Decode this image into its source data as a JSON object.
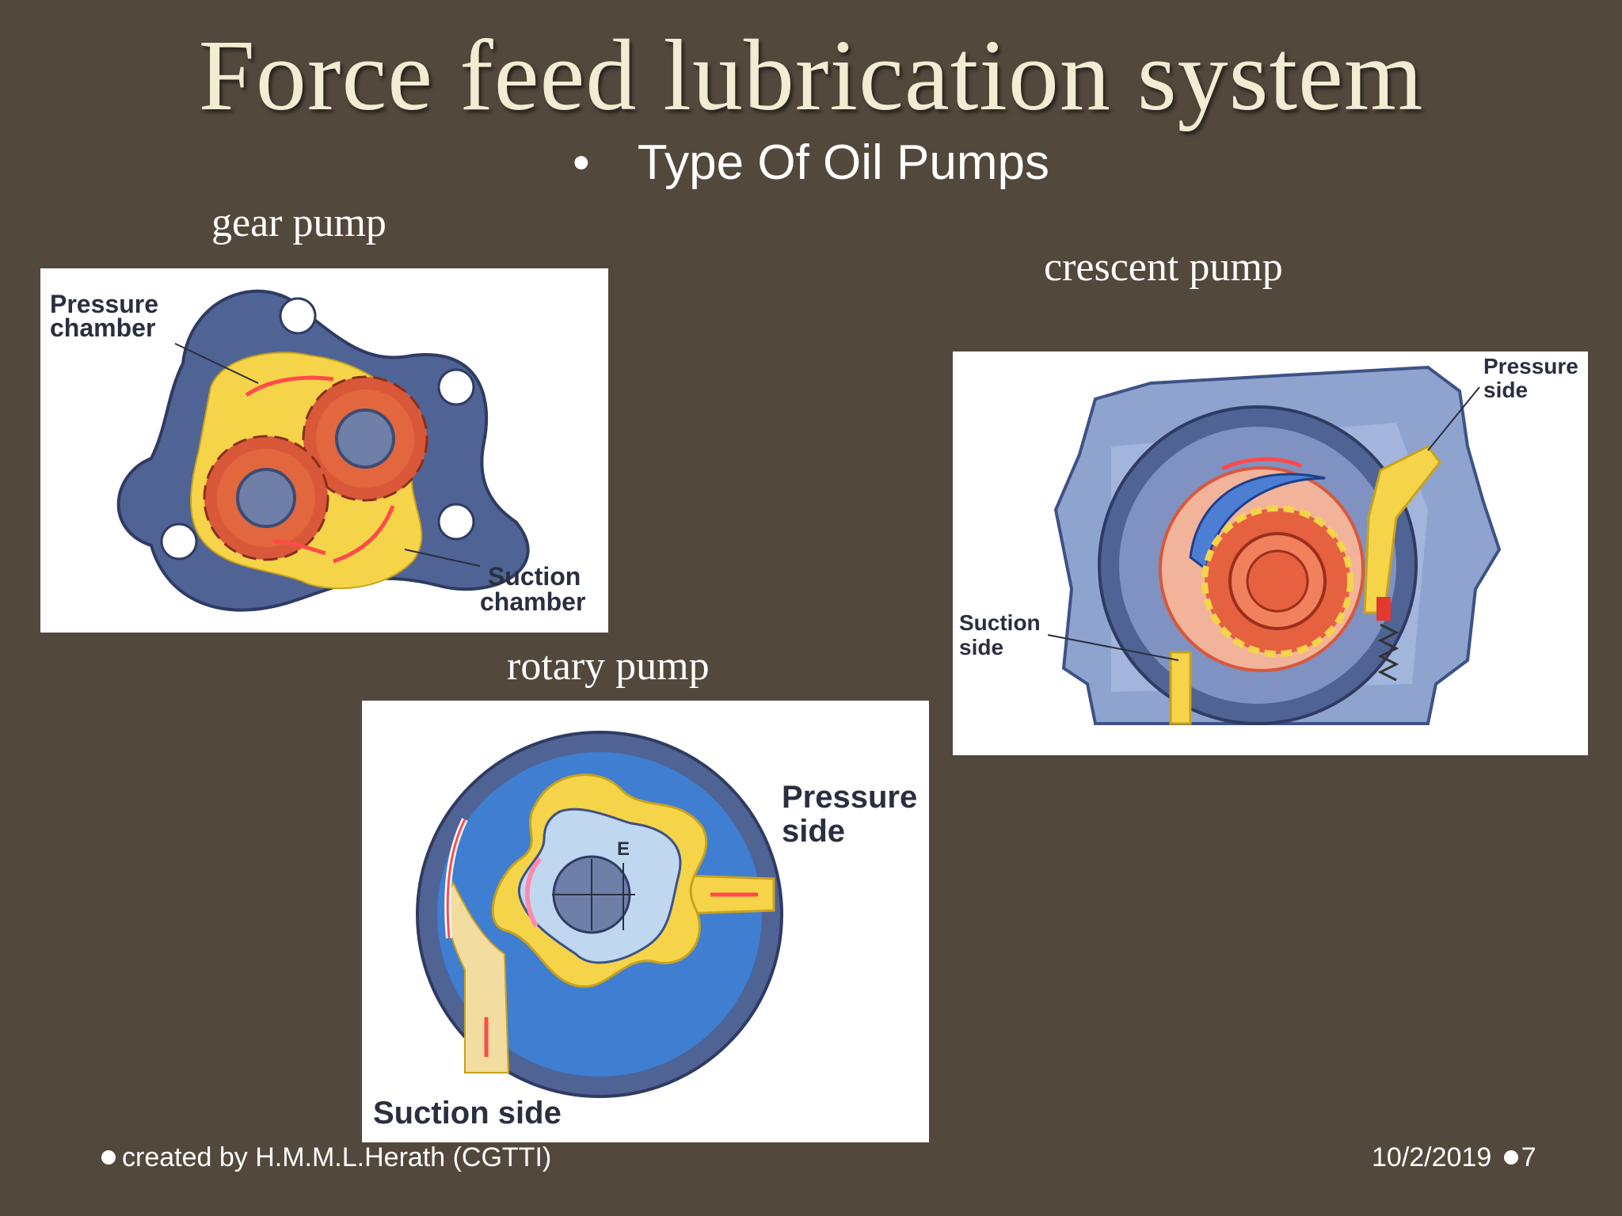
{
  "slide": {
    "title": "Force feed lubrication system",
    "subtitle": "Type Of Oil Pumps",
    "bullet": "•"
  },
  "captions": {
    "gear": "gear pump",
    "crescent": "crescent pump",
    "rotary": "rotary pump"
  },
  "gear_pump": {
    "pressure_label": [
      "Pressure",
      "chamber"
    ],
    "suction_label": [
      "Suction",
      "chamber"
    ]
  },
  "crescent_pump": {
    "pressure_label": [
      "Pressure",
      "side"
    ],
    "suction_label": [
      "Suction",
      "side"
    ]
  },
  "rotary_pump": {
    "pressure_label": [
      "Pressure",
      "side"
    ],
    "suction_label": "Suction side",
    "eccentric_mark": "E"
  },
  "footer": {
    "author": "created by H.M.M.L.Herath (CGTTI)",
    "date": "10/2/2019",
    "page_number": "7"
  },
  "colors": {
    "background": "#53483c",
    "title": "#f1ecd2",
    "housing_blue": "#4f6394",
    "oil_yellow": "#f5d44a",
    "gear_orange": "#d9583a",
    "flow_arrow": "#ff4a4a"
  }
}
